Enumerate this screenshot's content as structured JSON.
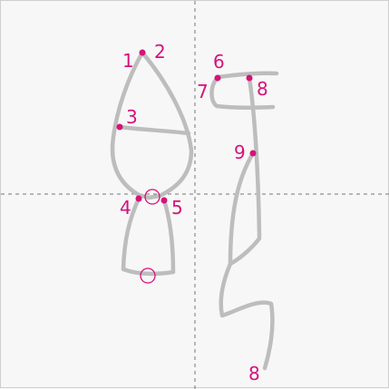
{
  "labels": {
    "n1": "1",
    "n2": "2",
    "n3": "3",
    "n4": "4",
    "n5": "5",
    "n6": "6",
    "n7": "7",
    "n8a": "8",
    "n9": "9",
    "n8b": "8"
  },
  "colors": {
    "marker": "#d6127a",
    "stroke": "#bdbdbd",
    "guide": "#777777",
    "background": "#f6f7f6"
  }
}
